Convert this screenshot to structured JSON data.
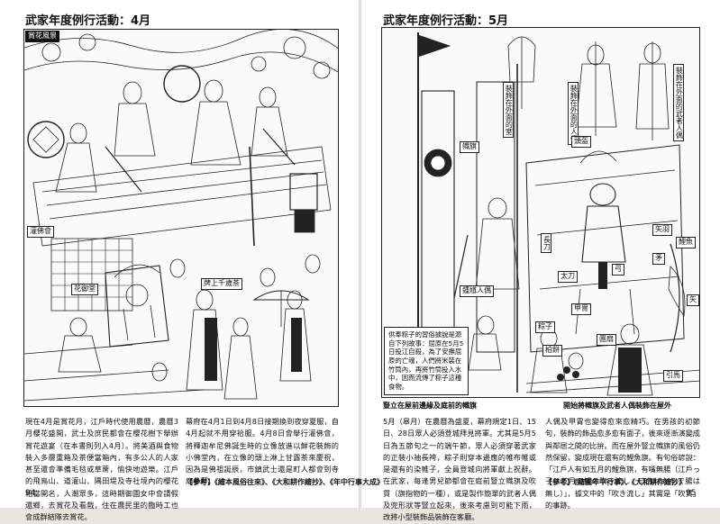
{
  "left_page": {
    "title": "武家年度例行活動：4月",
    "illustration_labels": {
      "corner": "賞花風景",
      "l1": "灌佛會",
      "l2": "花御堂",
      "l3": "牌上千歲茶"
    },
    "paragraph_1": "現在4月是賞花月，江戶時代使用農曆，農曆3月櫻花盛開，武士及庶民都會在櫻花樹下舉辦賞花遊宴（在本書則列入4月）。將美酒與食物裝入多層重箱及茶便當箱內，有多公人的人家甚至還會準備毛毯或草蓆，愉快地遊樂。江戶的飛鳥山、道灌山、隅田堤及寺社境內的櫻花相當開名，人潮眾多，這時期御園女中會請假還鄉，去賞花及看戲，住在農民里的臨時工也會成群結隊去賞花。",
    "paragraph_2": "幕府在4月1日到4月8日接期換到夜穿夏服，自4月起就不用穿袷服。4月8日會舉行灌佛會，將釋迦牟尼佛誕生時的立像放進以鮮花裝飾的小佛堂內，在立像的頭上淋上甘露茶來慶祝，因為是佛祖誕辰，市鎮武士還是町人都會到寺廟參拜。",
    "references": "【參考】《繪本風俗往來》、《大和耕作繪抄》、《年中行事大成》",
    "page_number": "94"
  },
  "right_page": {
    "title": "武家年度例行活動：5月",
    "illustration_labels": {
      "v1": "裝飾在外面的室",
      "v2": "裝飾在外面的人偶",
      "v3": "裝飾在外面的武者人偶",
      "l_kabuto": "頭盔",
      "l_nobori": "幟旗",
      "l_musha": "鍾馗人偶",
      "l_katana": "長刀",
      "l_tachi": "太刀",
      "l_bow": "弓",
      "l_yari": "矛",
      "l_armor": "甲冑",
      "l_mochi": "粽子",
      "l_fan": "團扇",
      "l_koi": "鯉魚",
      "l_hiki": "引馬",
      "l_fukinagashi": "矢羽",
      "l_ya": "矢",
      "l_kashiwa": "柏餅"
    },
    "caption_box": "供奉粽子的習俗據說是源自下列故事：屈原在5月5日投江自殺，為了安撫屈原的亡魂，人們將米裝在竹筒內，再將竹筒投入水中，因而流傳了粽子這種食物。",
    "bottom_caption_left": "豎立在屋前邊緣及庭前的幟旗",
    "bottom_caption_right": "開始將幟旗及武者人偶裝飾在屋外",
    "paragraph_1": "5月（皋月）在農曆為盛夏，幕府規定1日、15日、28日眾人必須登城拜見將軍。尤其是5月5日為五節句之一的端午節，眾人必須穿著武家的正裝小袖長袴，粽子則穿本邊應的帷布帷或是還有的染帷子，全員登城向將軍獻上祝辭。在武家，每逢男兒節都會在庭前豎立幟旗及吹貫（旗指物的一種），或是製作簡單的武者人偶及兜形狀等豎立起來，後來考慮到可能下雨，改將小型裝飾品裝飾在客廳。",
    "paragraph_2": "人偶及甲胄也變得愈來愈精巧。在男孩的初節句，裝飾的飾品愈多愈有面子，後來逐漸演變成與鄰居之間的比拚。而在屋外豎立幟旗的風俗仍然保留，變成現在還有的鯉魚旗。有句俗諺說：「江戶人有如五月的鯉魚旗，有嘴無腸（江戶っ子は五月の鯉の吹き流し，口先ばかりで腸は無し）」，據文中的「吹き流し」其實是「吹貫」的事跡。",
    "references": "【參考】《繪圖年中行事》、《大和耕作繪抄》",
    "page_number": "95"
  }
}
